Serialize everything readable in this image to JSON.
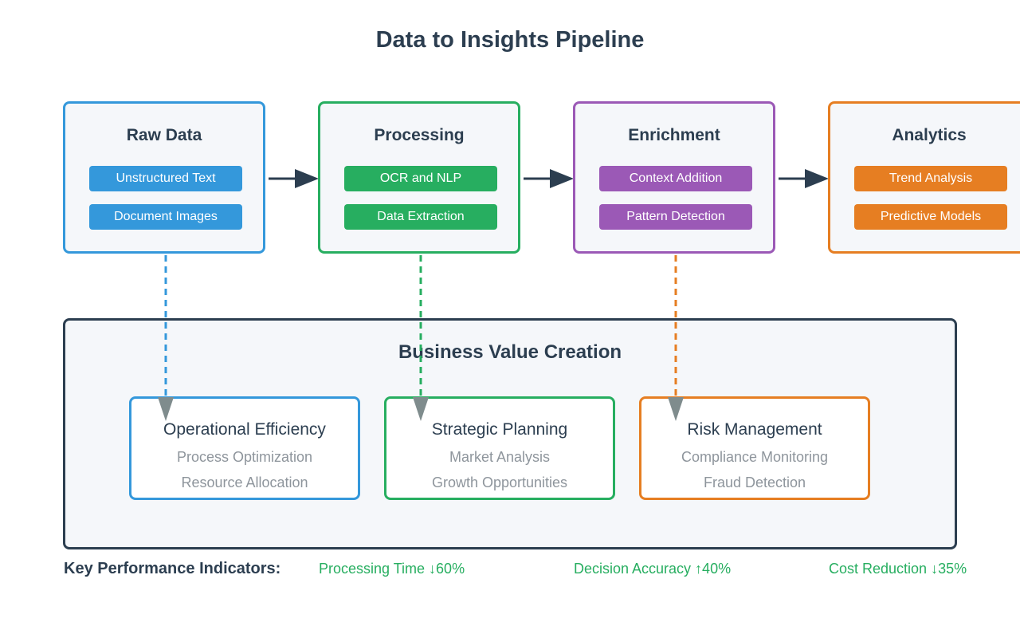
{
  "title": "Data to Insights Pipeline",
  "colors": {
    "dark": "#2c3e50",
    "blue": "#3498db",
    "green": "#27ae60",
    "purple": "#9b59b6",
    "orange": "#e67e22",
    "gray": "#7f8c8d"
  },
  "stages": [
    {
      "title": "Raw Data",
      "color": "#3498db",
      "items": [
        "Unstructured Text",
        "Document Images"
      ]
    },
    {
      "title": "Processing",
      "color": "#27ae60",
      "items": [
        "OCR and NLP",
        "Data Extraction"
      ]
    },
    {
      "title": "Enrichment",
      "color": "#9b59b6",
      "items": [
        "Context Addition",
        "Pattern Detection"
      ]
    },
    {
      "title": "Analytics",
      "color": "#e67e22",
      "items": [
        "Trend Analysis",
        "Predictive Models"
      ]
    }
  ],
  "value_creation": {
    "title": "Business Value Creation",
    "cards": [
      {
        "title": "Operational Efficiency",
        "color": "#3498db",
        "items": [
          "Process Optimization",
          "Resource Allocation"
        ]
      },
      {
        "title": "Strategic Planning",
        "color": "#27ae60",
        "items": [
          "Market Analysis",
          "Growth Opportunities"
        ]
      },
      {
        "title": "Risk Management",
        "color": "#e67e22",
        "items": [
          "Compliance Monitoring",
          "Fraud Detection"
        ]
      }
    ]
  },
  "kpis": {
    "label": "Key Performance Indicators:",
    "items": [
      "Processing Time ↓60%",
      "Decision Accuracy ↑40%",
      "Cost Reduction ↓35%"
    ]
  }
}
